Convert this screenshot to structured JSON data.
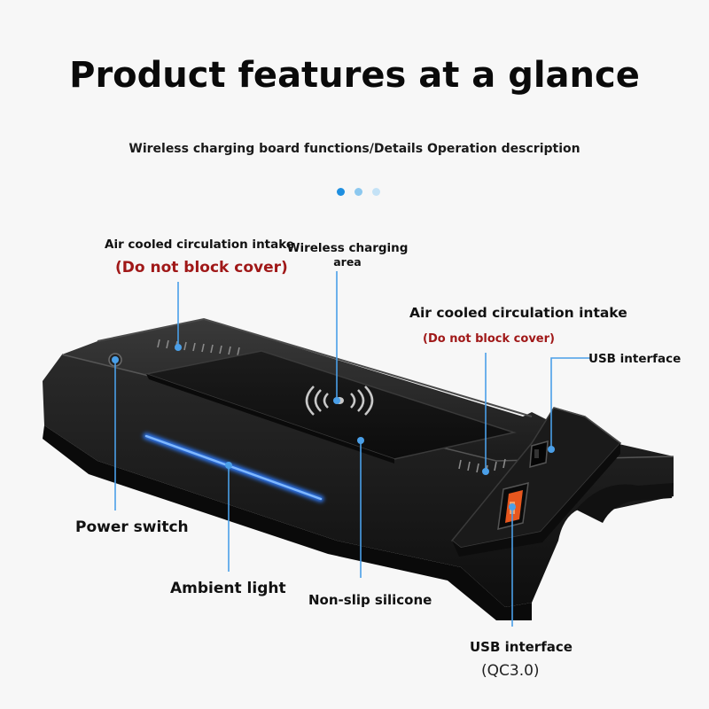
{
  "header": {
    "title": "Product features at a glance",
    "subtitle": "Wireless charging board functions/Details Operation description"
  },
  "pagination": {
    "dots": [
      "#1f8fe0",
      "#8cc8ef",
      "#c4e2f6"
    ]
  },
  "colors": {
    "callout_line": "#4a9fe8",
    "warning_text": "#a01818",
    "ambient_light": "#2f7dff"
  },
  "labels": {
    "intake_left": {
      "text": "Air cooled circulation intake",
      "warning": "(Do not block cover)"
    },
    "charging_area": {
      "line1": "Wireless charging",
      "line2": "area"
    },
    "intake_right": {
      "text": "Air cooled circulation intake",
      "warning": "(Do not block cover)"
    },
    "usb_top": "USB interface",
    "power_switch": "Power switch",
    "ambient_light": "Ambient light",
    "non_slip": "Non-slip silicone",
    "usb_bottom": {
      "text": "USB interface",
      "spec": "(QC3.0)"
    }
  },
  "icons": {
    "wireless": "wireless-charging-icon",
    "usb_port": "usb-port-icon"
  }
}
